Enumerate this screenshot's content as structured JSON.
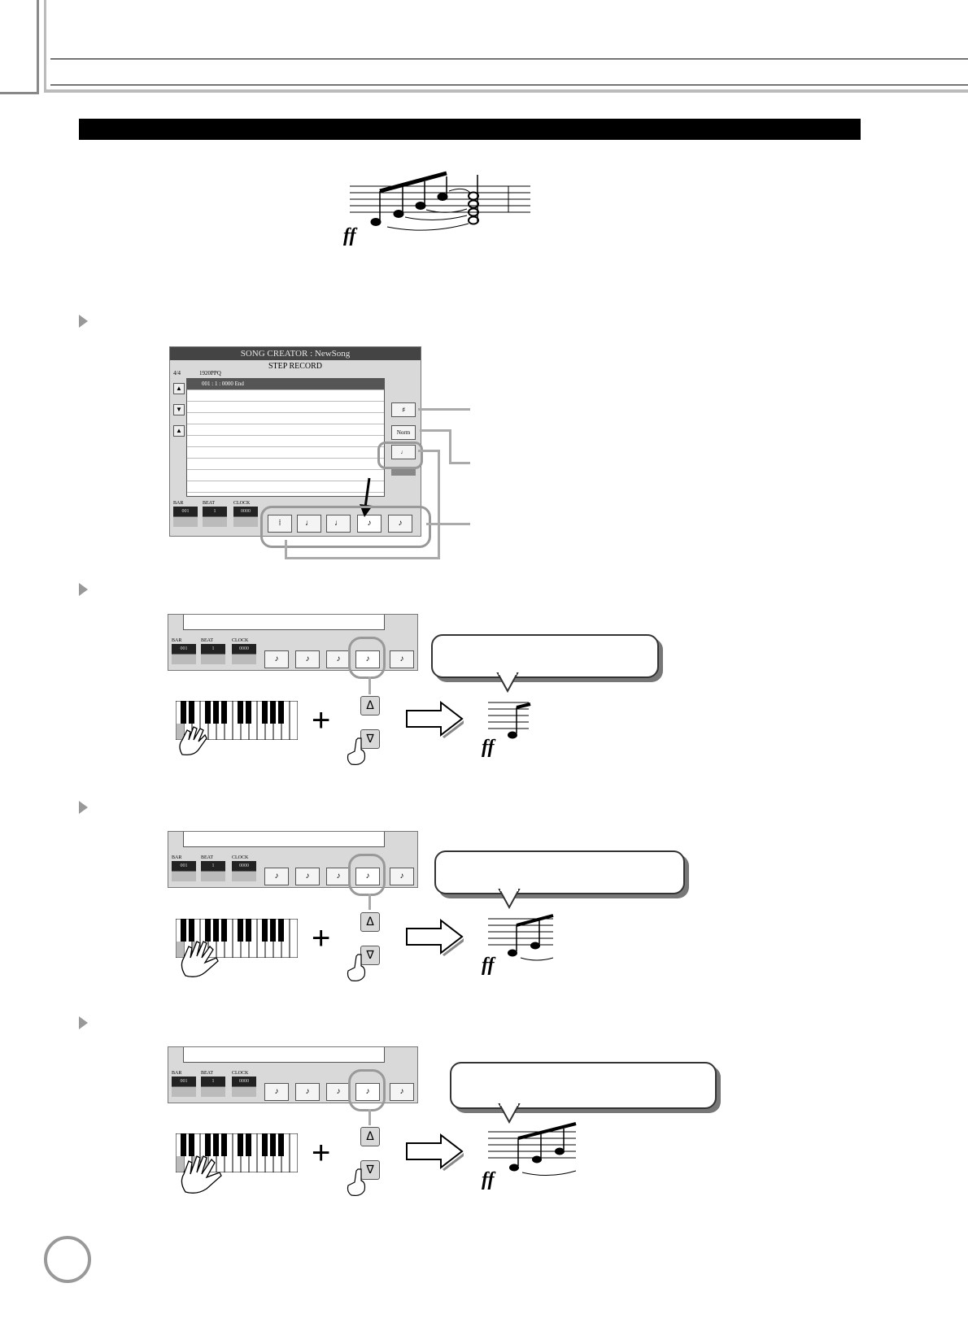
{
  "screen": {
    "title": "SONG CREATOR : NewSong",
    "subtitle": "STEP RECORD",
    "time_signature": "4/4",
    "ppq": "1920PPQ",
    "list_first_row": "001 : 1 : 0000     End",
    "side_buttons": [
      "♯",
      "Norm",
      "♩"
    ],
    "field_labels": [
      "BAR",
      "BEAT",
      "CLOCK"
    ],
    "field_values": [
      "001",
      "1",
      "0000"
    ],
    "note_buttons": [
      "⁞",
      "♩",
      "♩",
      "♪",
      "♪"
    ]
  },
  "strip": {
    "field_labels": [
      "BAR",
      "BEAT",
      "CLOCK"
    ],
    "field_values": [
      "001",
      "1",
      "0000"
    ],
    "note_buttons": [
      "♪",
      "♪",
      "♪",
      "♪",
      "♪"
    ]
  },
  "dynamics_mark": "ff",
  "updown": {
    "up": "Δ",
    "down": "∇"
  },
  "plus": "+",
  "colors": {
    "header_bar": "#000000",
    "accent_gray": "#999999"
  }
}
